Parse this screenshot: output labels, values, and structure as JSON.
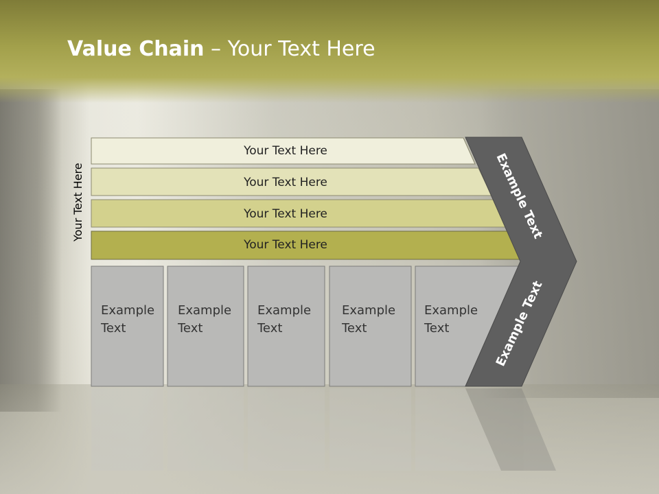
{
  "slide": {
    "title_bold": "Value Chain",
    "title_rest": " – Your Text Here",
    "vertical_label": "Your Text Here"
  },
  "bars": [
    {
      "label": "Your Text Here",
      "color": "#f0efdc"
    },
    {
      "label": "Your Text Here",
      "color": "#e3e2b8"
    },
    {
      "label": "Your Text Here",
      "color": "#d3d18d"
    },
    {
      "label": "Your Text Here",
      "color": "#b3b04f"
    }
  ],
  "columns": [
    {
      "line1": "Example",
      "line2": "Text"
    },
    {
      "line1": "Example",
      "line2": "Text"
    },
    {
      "line1": "Example",
      "line2": "Text"
    },
    {
      "line1": "Example",
      "line2": "Text"
    },
    {
      "line1": "Example",
      "line2": "Text"
    }
  ],
  "chevron": {
    "upper_label": "Example Text",
    "lower_label": "Example Text",
    "color": "#5f5f5f"
  },
  "colors": {
    "header": "#a2a04b",
    "column_fill": "#b9b9b7"
  }
}
